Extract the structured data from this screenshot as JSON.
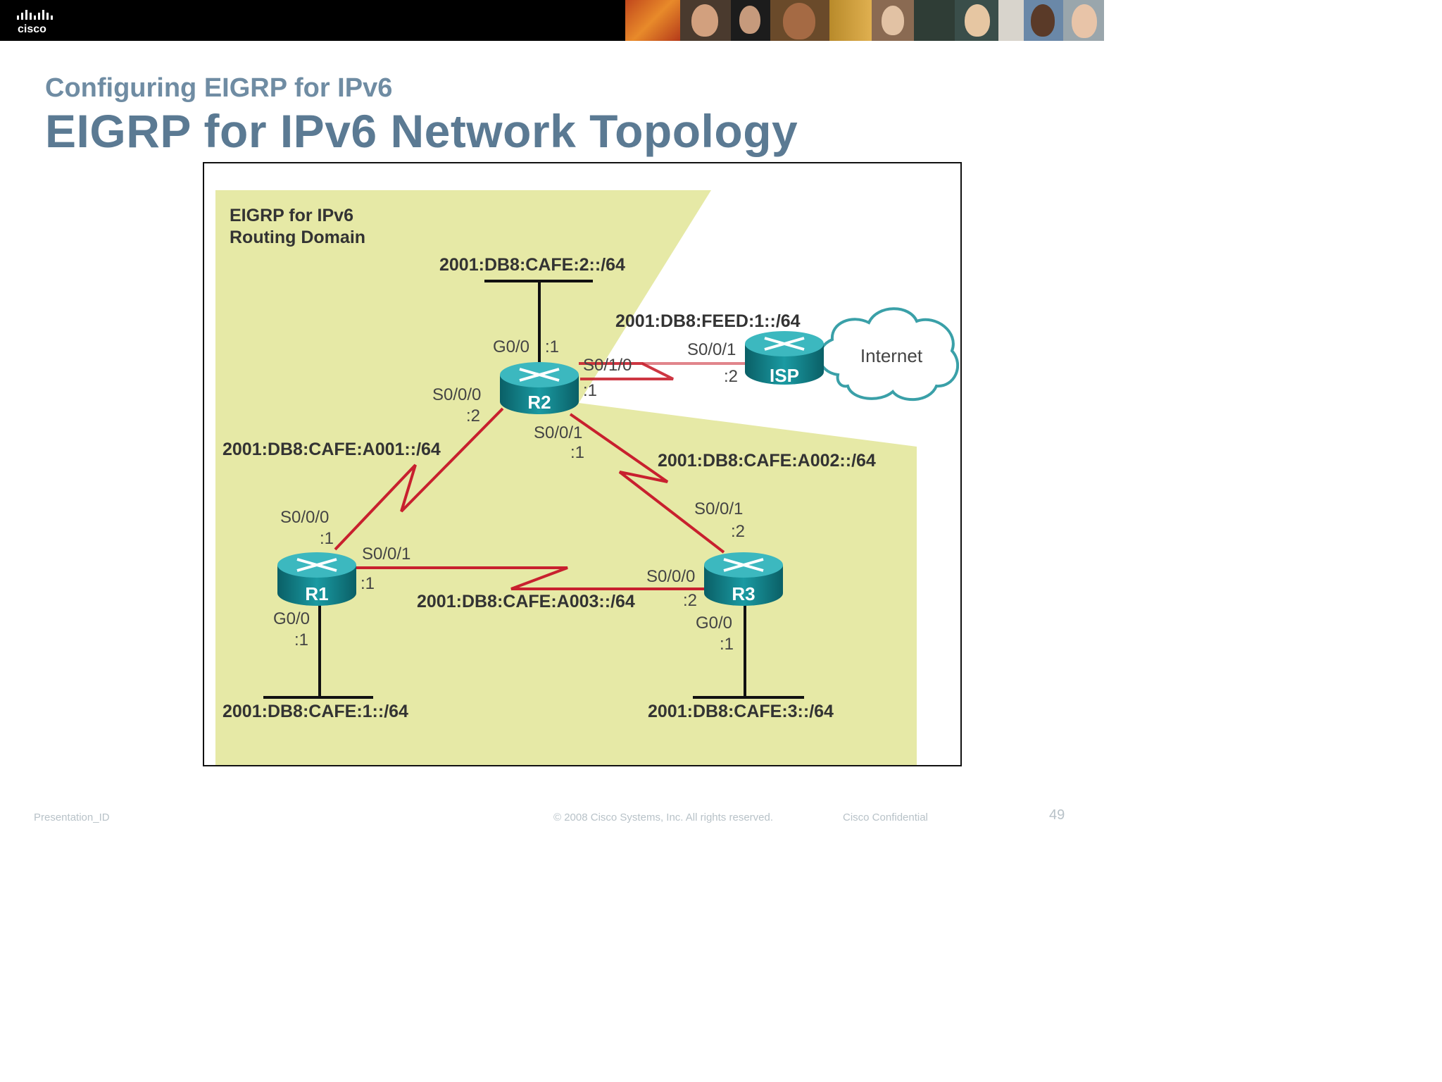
{
  "header": {
    "logo_text": "cisco",
    "subtitle": "Configuring EIGRP for IPv6",
    "title": "EIGRP for IPv6 Network Topology"
  },
  "diagram": {
    "domain_label_line1": "EIGRP for IPv6",
    "domain_label_line2": "Routing Domain",
    "routers": {
      "r1": "R1",
      "r2": "R2",
      "r3": "R3",
      "isp": "ISP"
    },
    "cloud_label": "Internet",
    "networks": {
      "lan_r2": "2001:DB8:CAFE:2::/64",
      "isp_link": "2001:DB8:FEED:1::/64",
      "r1_r2": "2001:DB8:CAFE:A001::/64",
      "r2_r3": "2001:DB8:CAFE:A002::/64",
      "r1_r3": "2001:DB8:CAFE:A003::/64",
      "lan_r1": "2001:DB8:CAFE:1::/64",
      "lan_r3": "2001:DB8:CAFE:3::/64"
    },
    "interfaces": {
      "r2_g00": "G0/0",
      "r2_g00_addr": ":1",
      "r2_s010": "S0/1/0",
      "r2_s010_addr": ":1",
      "isp_s001": "S0/0/1",
      "isp_s001_addr": ":2",
      "r2_s000": "S0/0/0",
      "r2_s000_addr": ":2",
      "r2_s001": "S0/0/1",
      "r2_s001_addr": ":1",
      "r1_s000": "S0/0/0",
      "r1_s000_addr": ":1",
      "r1_s001": "S0/0/1",
      "r1_s001_addr": ":1",
      "r3_s001": "S0/0/1",
      "r3_s001_addr": ":2",
      "r3_s000": "S0/0/0",
      "r3_s000_addr": ":2",
      "r1_g00": "G0/0",
      "r1_g00_addr": ":1",
      "r3_g00": "G0/0",
      "r3_g00_addr": ":1"
    },
    "colors": {
      "domain_fill": "#e6e9a6",
      "serial_link": "#c8202e",
      "router_body": "#0f7f86",
      "cloud_stroke": "#3aa0a8"
    }
  },
  "footer": {
    "presentation_id": "Presentation_ID",
    "copyright": "© 2008 Cisco Systems, Inc. All rights reserved.",
    "confidential": "Cisco Confidential",
    "page_number": "49"
  }
}
